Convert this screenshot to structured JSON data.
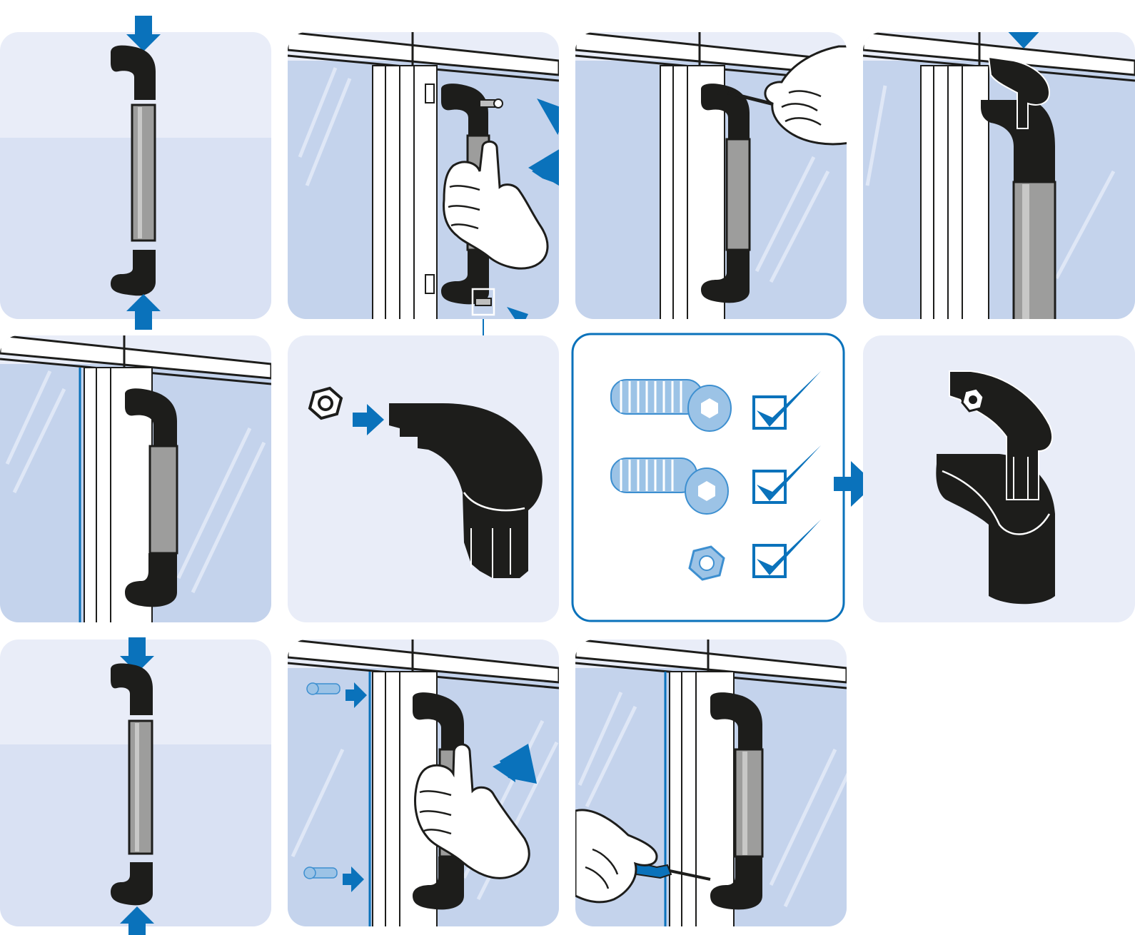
{
  "colors": {
    "panel_light": "#e9edf8",
    "panel_band": "#d9e1f3",
    "glass": "#c4d3ec",
    "glass_light": "#dfe7f6",
    "frame_line": "#1d1d1b",
    "part_black": "#1d1d1b",
    "tube_gray": "#9d9d9c",
    "accent_blue": "#0a72bb",
    "screw_blue": "#9cc3e6",
    "hand_white": "#ffffff"
  },
  "steps": [
    {
      "id": "step-1",
      "scene": "exploded-handle",
      "arrows": "vertical"
    },
    {
      "id": "step-2",
      "scene": "place-handle-with-screws"
    },
    {
      "id": "step-3",
      "scene": "tighten-with-hex-key"
    },
    {
      "id": "step-4",
      "scene": "press-down-top-cap"
    },
    {
      "id": "step-5",
      "scene": "handle-mounted"
    },
    {
      "id": "step-6",
      "scene": "insert-nut-into-cap"
    },
    {
      "id": "step-7",
      "scene": "parts-check",
      "items": [
        "screw-1",
        "screw-2",
        "nut"
      ]
    },
    {
      "id": "step-8",
      "scene": "cap-assembled"
    },
    {
      "id": "step-9",
      "scene": "exploded-handle",
      "arrows": "vertical"
    },
    {
      "id": "step-10",
      "scene": "place-handle-screws-from-back"
    },
    {
      "id": "step-11",
      "scene": "tighten-with-screwdriver"
    }
  ]
}
